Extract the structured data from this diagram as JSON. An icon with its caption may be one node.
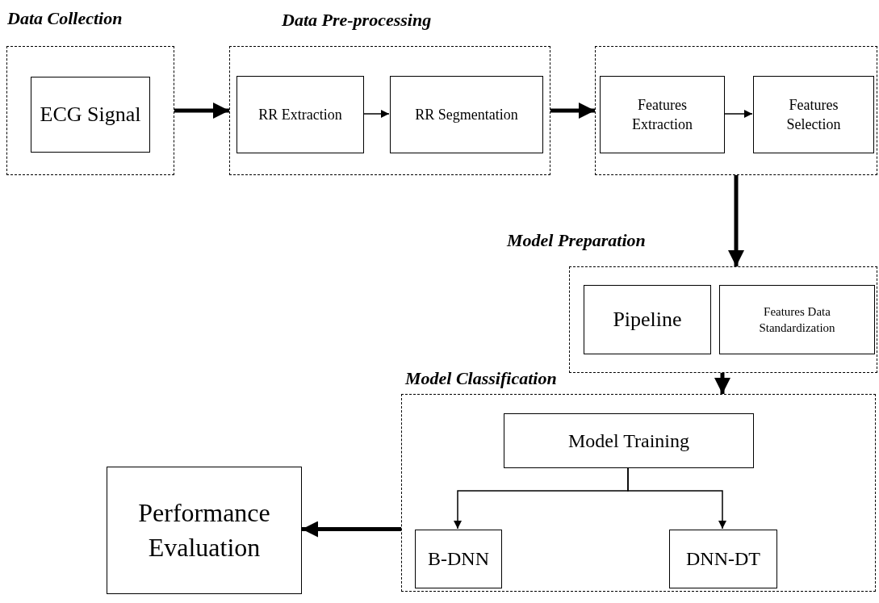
{
  "diagram": {
    "nodes": [
      {
        "text": [
          "Data Collection"
        ]
      },
      {
        "text": [
          "ECG Signal"
        ],
        "in": 0
      },
      {
        "text": [
          "Data Pre-processing"
        ]
      },
      {
        "text": [
          "RR Extraction"
        ],
        "in": 2
      },
      {
        "text": [
          "RR Segmentation"
        ],
        "in": 2
      },
      {
        "text": [],
        "shape": "box"
      },
      {
        "text": [
          "Features Extraction"
        ],
        "in": 5
      },
      {
        "text": [
          "Features Selection"
        ],
        "in": 5
      },
      {
        "text": [
          "Model Preparation"
        ]
      },
      {
        "text": [
          "Pipeline"
        ],
        "in": 8
      },
      {
        "text": [
          "Features Data Standardization"
        ],
        "in": 8
      },
      {
        "text": [
          "Model Classification"
        ]
      },
      {
        "text": [
          "Model Training"
        ],
        "in": 11
      },
      {
        "text": [
          "B-DNN"
        ],
        "in": 11
      },
      {
        "text": [
          "DNN-DT"
        ],
        "in": 11
      },
      {
        "text": [
          "Performance Evaluation"
        ]
      }
    ],
    "edges": [
      {
        "from": 0,
        "to": 2,
        "arrow": "to"
      },
      {
        "from": 3,
        "to": 4,
        "arrow": "to"
      },
      {
        "from": 2,
        "to": 5,
        "arrow": "to"
      },
      {
        "from": 6,
        "to": 7,
        "arrow": "to"
      },
      {
        "from": 5,
        "to": 8,
        "arrow": "to"
      },
      {
        "from": 8,
        "to": 11,
        "arrow": "to"
      },
      {
        "from": 12,
        "to": 13,
        "arrow": "to"
      },
      {
        "from": 12,
        "to": 14,
        "arrow": "to"
      },
      {
        "from": 11,
        "to": 15,
        "arrow": "to"
      }
    ]
  }
}
